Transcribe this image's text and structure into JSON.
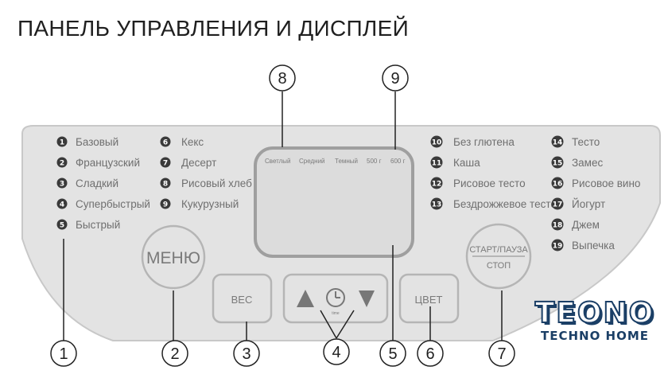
{
  "title": "ПАНЕЛЬ УПРАВЛЕНИЯ И ДИСПЛЕЙ",
  "programs": [
    {
      "num": "1",
      "label": "Базовый"
    },
    {
      "num": "2",
      "label": "Французский"
    },
    {
      "num": "3",
      "label": "Сладкий"
    },
    {
      "num": "4",
      "label": "Супербыстрый"
    },
    {
      "num": "5",
      "label": "Быстрый"
    },
    {
      "num": "6",
      "label": "Кекс"
    },
    {
      "num": "7",
      "label": "Десерт"
    },
    {
      "num": "8",
      "label": "Рисовый хлеб"
    },
    {
      "num": "9",
      "label": "Кукурузный"
    },
    {
      "num": "10",
      "label": "Без глютена"
    },
    {
      "num": "11",
      "label": "Каша"
    },
    {
      "num": "12",
      "label": "Рисовое тесто"
    },
    {
      "num": "13",
      "label": "Бездрожжевое тесто"
    },
    {
      "num": "14",
      "label": "Тесто"
    },
    {
      "num": "15",
      "label": "Замес"
    },
    {
      "num": "16",
      "label": "Рисовое вино"
    },
    {
      "num": "17",
      "label": "Йогурт"
    },
    {
      "num": "18",
      "label": "Джем"
    },
    {
      "num": "19",
      "label": "Выпечка"
    }
  ],
  "display_labels": [
    "Светлый",
    "Средний",
    "Темный",
    "500 г",
    "600 г"
  ],
  "buttons": {
    "menu": "МЕНЮ",
    "weight": "ВЕС",
    "color": "ЦВЕТ",
    "start_line1": "СТАРТ/ПАУЗА",
    "start_line2": "СТОП",
    "timer_small": "time"
  },
  "callouts": [
    "1",
    "2",
    "3",
    "4",
    "5",
    "6",
    "7",
    "8",
    "9"
  ],
  "logo": {
    "main": "TEONO",
    "sub": "TECHNO HOME"
  },
  "colors": {
    "panel_fill": "#e3e3e3",
    "panel_stroke": "#c8c8c8",
    "button_stroke": "#b5b5b5",
    "badge_fill": "#3a3a3a",
    "callout_stroke": "#222222",
    "logo_blue": "#1b3f66"
  }
}
